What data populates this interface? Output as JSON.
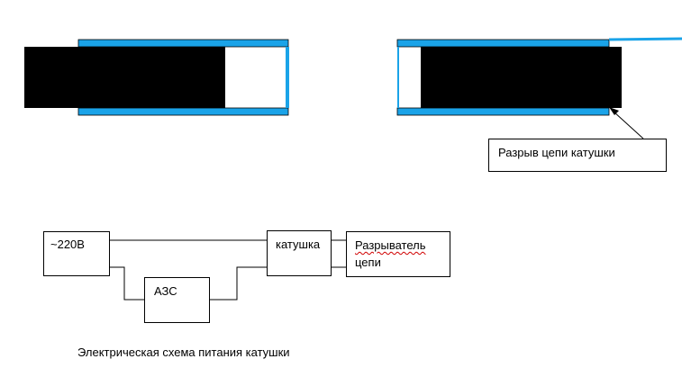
{
  "colors": {
    "tube": "#1aa3e8",
    "core": "#000000",
    "line": "#000000"
  },
  "diagram": {
    "callout_label": "Разрыв цепи катушки",
    "blocks": {
      "source": "~220В",
      "breaker": "АЗС",
      "coil": "катушка",
      "interrupter_line1": "Разрыватель",
      "interrupter_line2": "цепи"
    },
    "caption": "Электрическая схема питания катушки"
  }
}
